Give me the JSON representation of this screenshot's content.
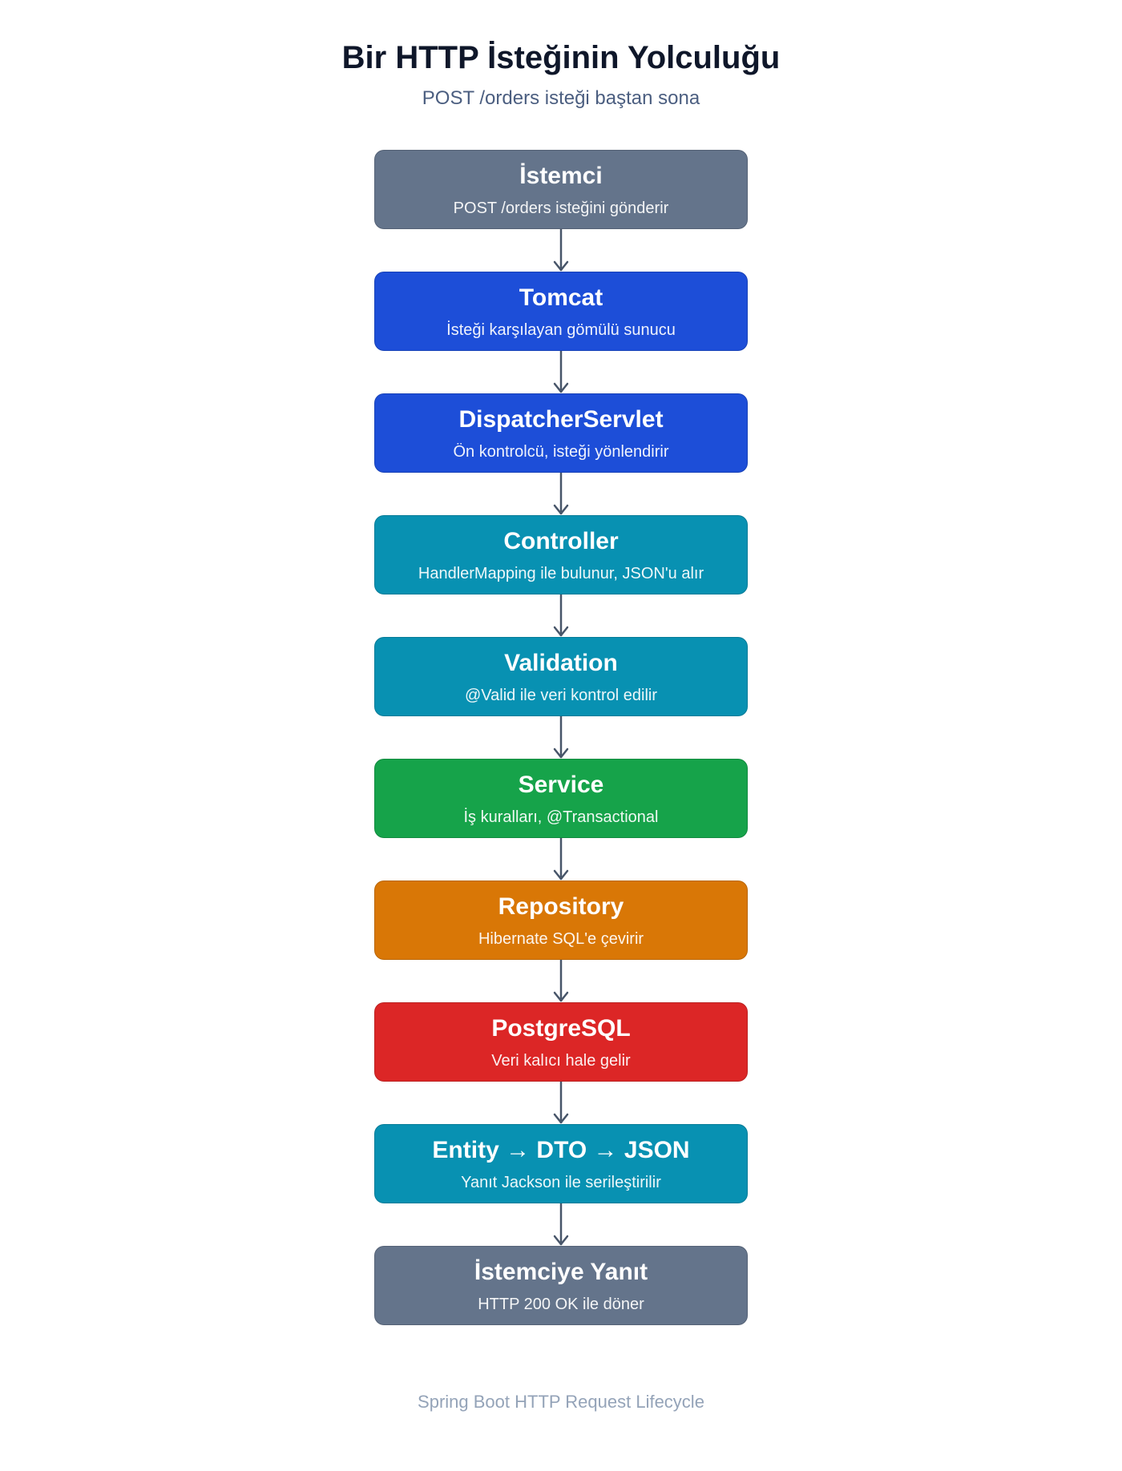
{
  "header": {
    "title": "Bir HTTP İsteğinin Yolculuğu",
    "subtitle": "POST /orders isteği baştan sona"
  },
  "footer": {
    "caption": "Spring Boot HTTP Request Lifecycle"
  },
  "colors": {
    "connector": "#475569"
  },
  "steps": [
    {
      "title": "İstemci",
      "desc": "POST /orders isteğini gönderir",
      "color": "#64748b"
    },
    {
      "title": "Tomcat",
      "desc": "İsteği karşılayan gömülü sunucu",
      "color": "#1d4ed8"
    },
    {
      "title": "DispatcherServlet",
      "desc": "Ön kontrolcü, isteği yönlendirir",
      "color": "#1d4ed8"
    },
    {
      "title": "Controller",
      "desc": "HandlerMapping ile bulunur, JSON'u alır",
      "color": "#0891b2"
    },
    {
      "title": "Validation",
      "desc": "@Valid ile veri kontrol edilir",
      "color": "#0891b2"
    },
    {
      "title": "Service",
      "desc": "İş kuralları, @Transactional",
      "color": "#16a34a"
    },
    {
      "title": "Repository",
      "desc": "Hibernate SQL'e çevirir",
      "color": "#d97706"
    },
    {
      "title": "PostgreSQL",
      "desc": "Veri kalıcı hale gelir",
      "color": "#dc2626"
    },
    {
      "title": "Entity → DTO → JSON",
      "desc": "Yanıt Jackson ile serileştirilir",
      "color": "#0891b2"
    },
    {
      "title": "İstemciye Yanıt",
      "desc": "HTTP 200 OK ile döner",
      "color": "#64748b"
    }
  ]
}
